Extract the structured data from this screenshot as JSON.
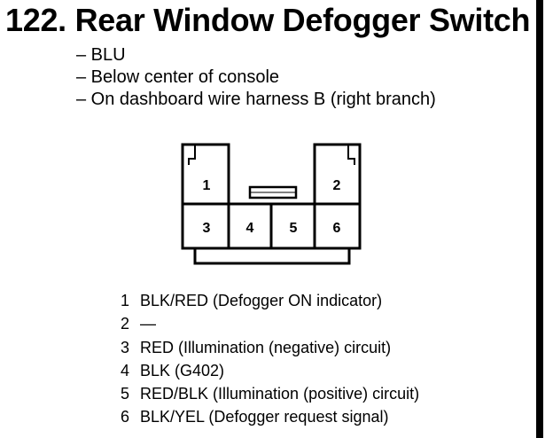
{
  "title": "122. Rear Window Defogger Switch",
  "notes": [
    "– BLU",
    "– Below center of console",
    "– On dashboard wire harness B (right branch)"
  ],
  "connector": {
    "cavity_labels": [
      "1",
      "2",
      "3",
      "4",
      "5",
      "6"
    ]
  },
  "pins": [
    {
      "num": "1",
      "desc": "BLK/RED (Defogger ON indicator)"
    },
    {
      "num": "2",
      "desc": "—"
    },
    {
      "num": "3",
      "desc": "RED (Illumination (negative) circuit)"
    },
    {
      "num": "4",
      "desc": "BLK (G402)"
    },
    {
      "num": "5",
      "desc": "RED/BLK (Illumination (positive) circuit)"
    },
    {
      "num": "6",
      "desc": "BLK/YEL (Defogger request signal)"
    }
  ]
}
